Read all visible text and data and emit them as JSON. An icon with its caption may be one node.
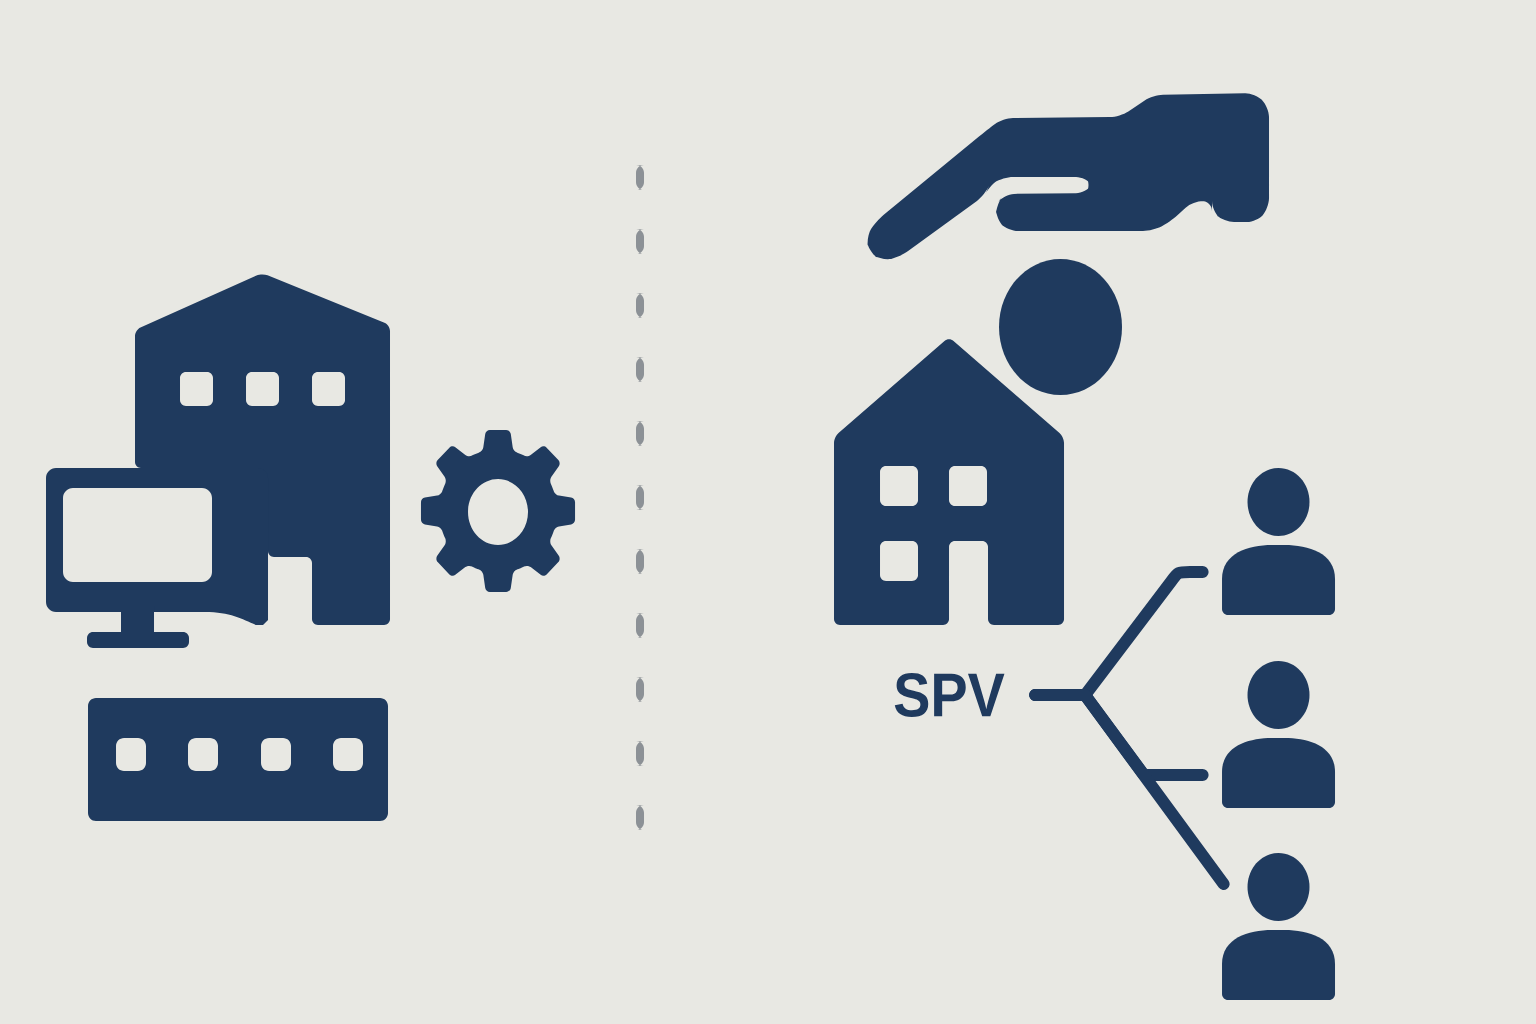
{
  "diagram": {
    "nodes": [
      {
        "text": [
          "SPV"
        ]
      },
      {
        "text": [],
        "shape": "person"
      },
      {
        "text": [],
        "shape": "person"
      },
      {
        "text": [],
        "shape": "person"
      }
    ],
    "edges": [
      {
        "from": 0,
        "to": 1,
        "arrow": "none"
      },
      {
        "from": 0,
        "to": 2,
        "arrow": "none"
      },
      {
        "from": 0,
        "to": 3,
        "arrow": "none"
      }
    ]
  }
}
